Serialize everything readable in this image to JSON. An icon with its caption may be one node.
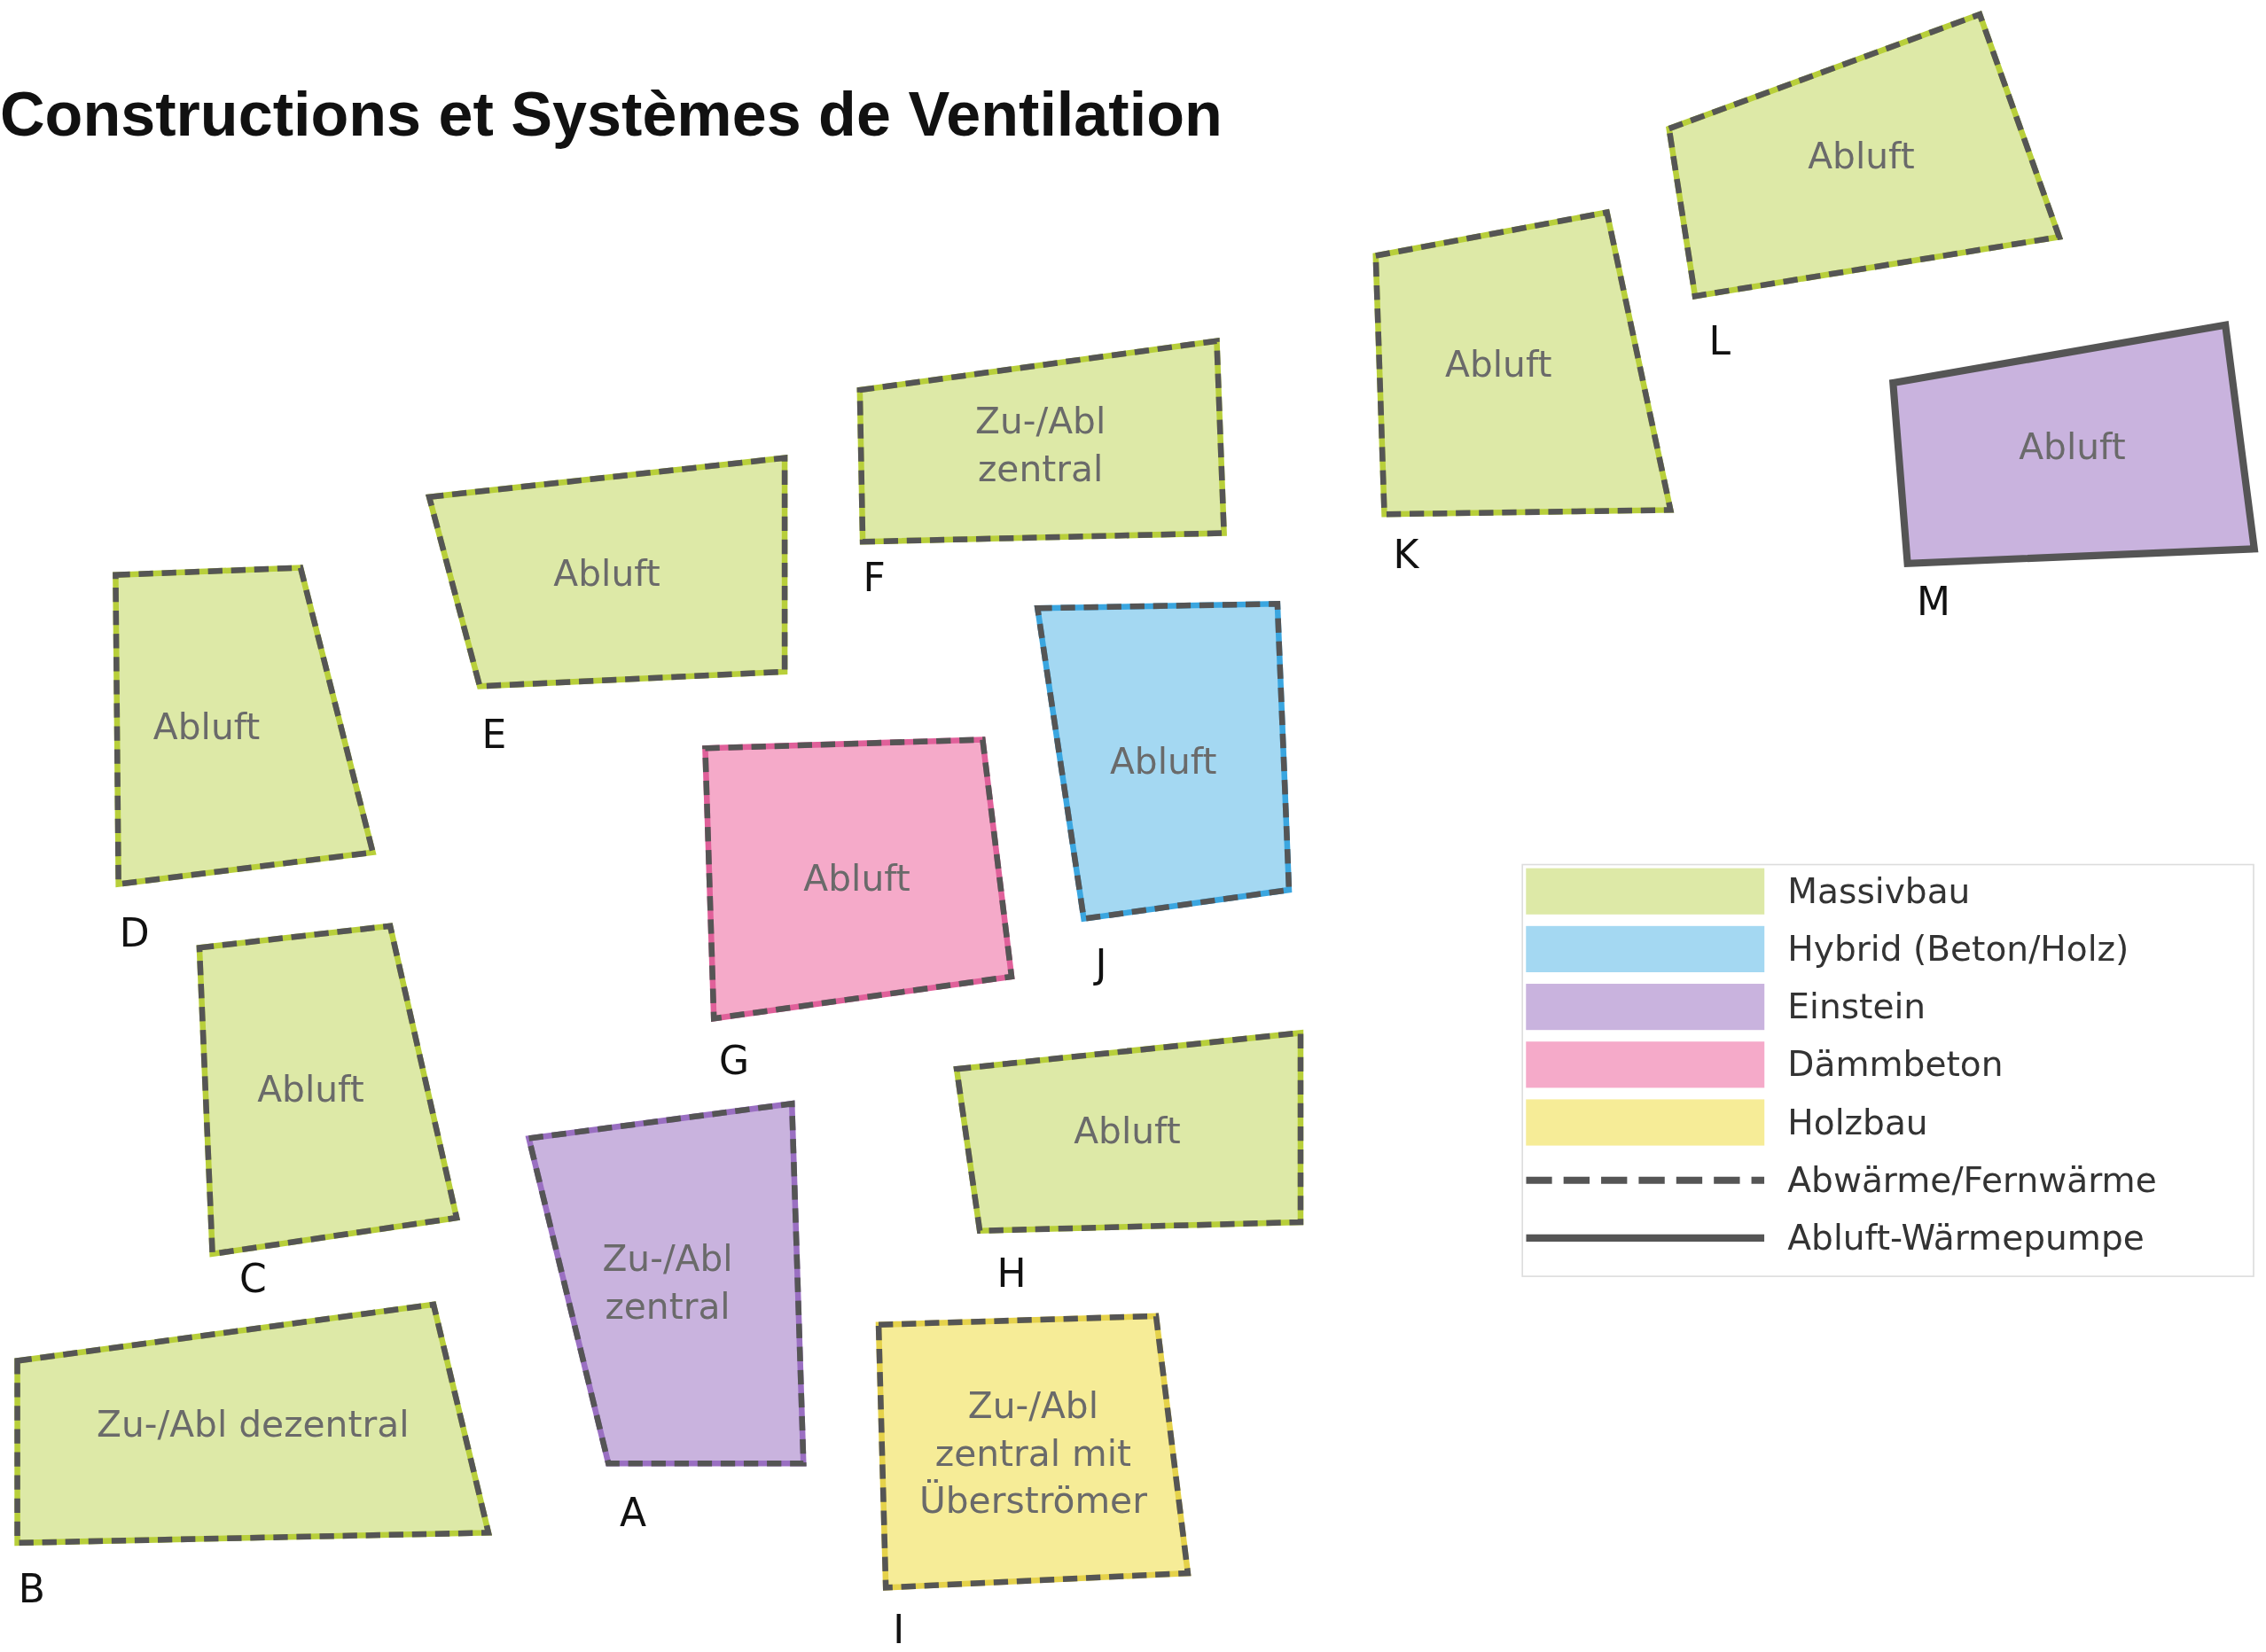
{
  "diagram": {
    "title": "Constructions et Systèmes de Ventilation",
    "nodes": [
      {
        "text": [
          "Zu-/Abl zentral"
        ],
        "beside": [
          "A"
        ]
      },
      {
        "text": [
          "Zu-/Abl dezentral"
        ],
        "beside": [
          "B"
        ]
      },
      {
        "text": [
          "Abluft"
        ],
        "beside": [
          "C"
        ]
      },
      {
        "text": [
          "Abluft"
        ],
        "beside": [
          "D"
        ]
      },
      {
        "text": [
          "Abluft"
        ],
        "beside": [
          "E"
        ]
      },
      {
        "text": [
          "Zu-/Abl zentral"
        ],
        "beside": [
          "F"
        ]
      },
      {
        "text": [
          "Abluft"
        ],
        "beside": [
          "G"
        ]
      },
      {
        "text": [
          "Abluft"
        ],
        "beside": [
          "H"
        ]
      },
      {
        "text": [
          "Zu-/Abl zentral mit Überströmer"
        ],
        "beside": [
          "I"
        ]
      },
      {
        "text": [
          "Abluft"
        ],
        "beside": [
          "J"
        ]
      },
      {
        "text": [
          "Abluft"
        ],
        "beside": [
          "K"
        ]
      },
      {
        "text": [
          "Abluft"
        ],
        "beside": [
          "L"
        ]
      },
      {
        "text": [
          "Abluft"
        ],
        "beside": [
          "M"
        ]
      }
    ],
    "legend": [
      {
        "text": "Massivbau",
        "color": "#dde9a7"
      },
      {
        "text": "Hybrid (Beton/Holz)",
        "color": "#a4d8f2"
      },
      {
        "text": "Einstein",
        "color": "#c9b3de"
      },
      {
        "text": "Dämmbeton",
        "color": "#f5aac9"
      },
      {
        "text": "Holzbau",
        "color": "#f6ec97"
      },
      {
        "text": "Abwärme/Fernwärme"
      },
      {
        "text": "Abluft-Wärmepumpe"
      }
    ]
  }
}
